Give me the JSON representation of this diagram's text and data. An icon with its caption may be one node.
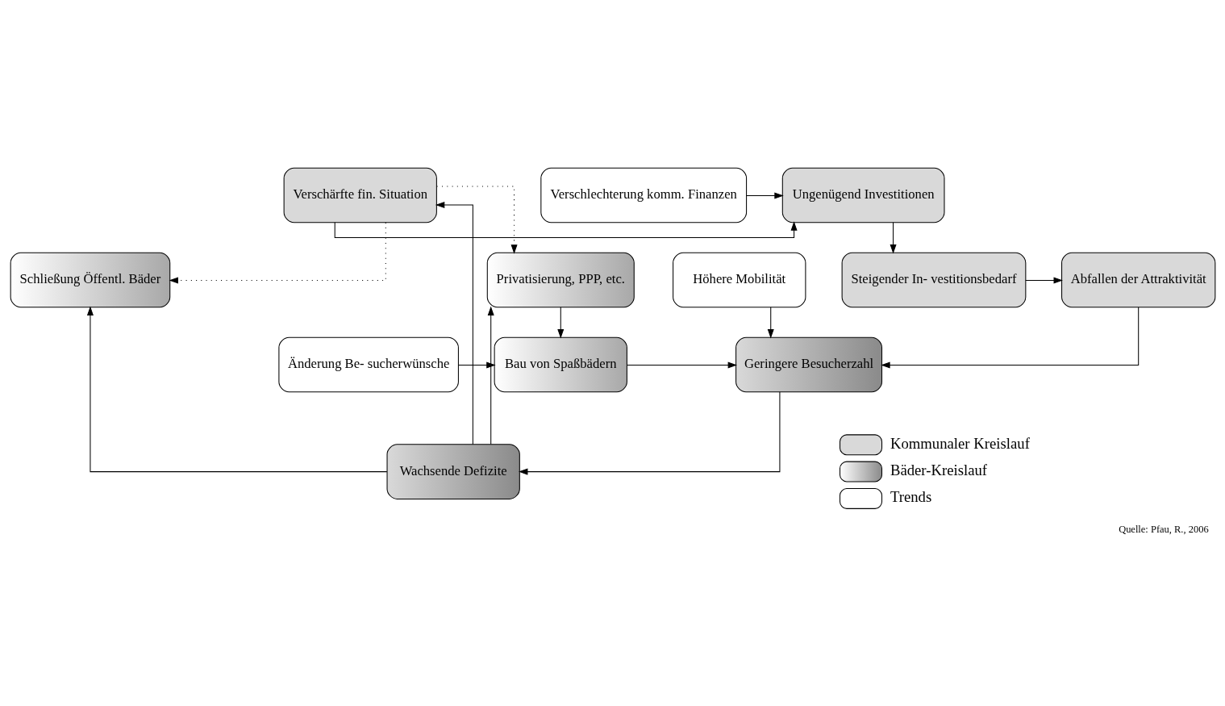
{
  "diagram": {
    "caption": "Quelle: Pfau, R., 2006",
    "nodes": [
      {
        "text": [
          "Verschlechterung komm. Finanzen"
        ]
      },
      {
        "text": [
          "Höhere Mobilität"
        ]
      },
      {
        "text": [
          "Änderung Be- sucherwünsche"
        ]
      },
      {
        "text": [
          "Verschärfte fin. Situation"
        ]
      },
      {
        "text": [
          "Ungenügend Investitionen"
        ]
      },
      {
        "text": [
          "Abfallen der Attraktivität"
        ]
      },
      {
        "text": [
          "Steigender In- vestitionsbedarf"
        ]
      },
      {
        "text": [
          "Bau von Spaßbädern"
        ]
      },
      {
        "text": [
          "Geringere Besucherzahl"
        ]
      },
      {
        "text": [
          "Wachsende Defizite"
        ]
      },
      {
        "text": [
          "Privatisierung, PPP, etc."
        ]
      },
      {
        "text": [
          "Schließung Öffentl. Bäder"
        ]
      }
    ],
    "edges": [
      {
        "from": 0,
        "to": 4,
        "arrow": "to"
      },
      {
        "from": 3,
        "to": 4,
        "arrow": "to"
      },
      {
        "from": 4,
        "to": 6,
        "arrow": "to"
      },
      {
        "from": 6,
        "to": 5,
        "arrow": "to"
      },
      {
        "from": 1,
        "to": 8,
        "arrow": "to"
      },
      {
        "from": 5,
        "to": 8,
        "arrow": "to"
      },
      {
        "from": 2,
        "to": 7,
        "arrow": "to"
      },
      {
        "from": 7,
        "to": 8,
        "arrow": "to"
      },
      {
        "from": 8,
        "to": 9,
        "arrow": "to"
      },
      {
        "from": 9,
        "to": 3,
        "arrow": "to"
      },
      {
        "from": 9,
        "to": 10,
        "arrow": "to"
      },
      {
        "from": 9,
        "to": 11,
        "arrow": "to"
      },
      {
        "from": 10,
        "to": 7,
        "arrow": "to"
      },
      {
        "from": 3,
        "to": 10,
        "arrow": "to",
        "style": "dashed"
      },
      {
        "from": 3,
        "to": 11,
        "arrow": "to",
        "style": "dashed"
      }
    ],
    "legend": [
      {
        "text": "Kommunaler Kreislauf",
        "color": "#d9d9d9"
      },
      {
        "text": "Bäder-Kreislauf"
      },
      {
        "text": "Trends",
        "color": "#ffffff"
      }
    ]
  }
}
